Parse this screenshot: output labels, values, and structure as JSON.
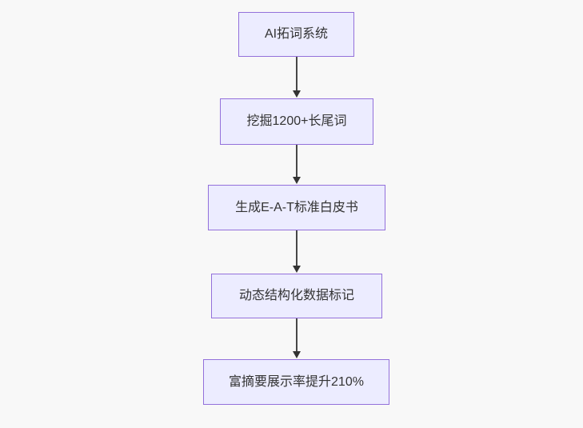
{
  "diagram": {
    "type": "flowchart",
    "direction": "top-down",
    "nodes": [
      {
        "id": "n1",
        "label": "AI拓词系统"
      },
      {
        "id": "n2",
        "label": "挖掘1200+长尾词"
      },
      {
        "id": "n3",
        "label": "生成E-A-T标准白皮书"
      },
      {
        "id": "n4",
        "label": "动态结构化数据标记"
      },
      {
        "id": "n5",
        "label": "富摘要展示率提升210%"
      }
    ],
    "edges": [
      {
        "from": "n1",
        "to": "n2"
      },
      {
        "from": "n2",
        "to": "n3"
      },
      {
        "from": "n3",
        "to": "n4"
      },
      {
        "from": "n4",
        "to": "n5"
      }
    ]
  },
  "colors": {
    "background": "#f8f8f8",
    "node_fill": "#ececff",
    "node_border": "#9370db",
    "text_color": "#333333",
    "arrow_color": "#333333"
  }
}
